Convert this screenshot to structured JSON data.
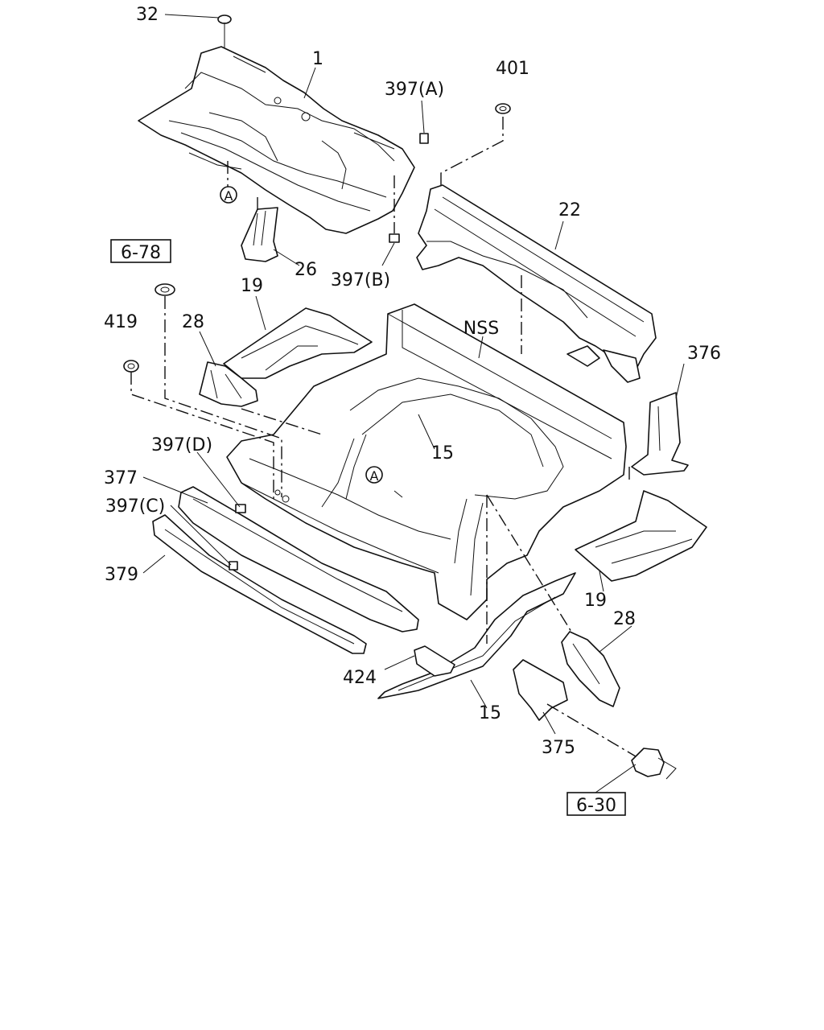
{
  "diagram": {
    "callouts": [
      {
        "id": "c32",
        "label": "32"
      },
      {
        "id": "c1",
        "label": "1"
      },
      {
        "id": "c397a",
        "label": "397(A)"
      },
      {
        "id": "c401",
        "label": "401"
      },
      {
        "id": "c22",
        "label": "22"
      },
      {
        "id": "c26",
        "label": "26"
      },
      {
        "id": "c397b",
        "label": "397(B)"
      },
      {
        "id": "c19a",
        "label": "19"
      },
      {
        "id": "c419",
        "label": "419"
      },
      {
        "id": "c28a",
        "label": "28"
      },
      {
        "id": "cnss",
        "label": "NSS"
      },
      {
        "id": "c376",
        "label": "376"
      },
      {
        "id": "c15a",
        "label": "15"
      },
      {
        "id": "c397d",
        "label": "397(D)"
      },
      {
        "id": "c377",
        "label": "377"
      },
      {
        "id": "c397c",
        "label": "397(C)"
      },
      {
        "id": "c379",
        "label": "379"
      },
      {
        "id": "c19b",
        "label": "19"
      },
      {
        "id": "c28b",
        "label": "28"
      },
      {
        "id": "c424",
        "label": "424"
      },
      {
        "id": "c15b",
        "label": "15"
      },
      {
        "id": "c375",
        "label": "375"
      }
    ],
    "references": [
      {
        "id": "r678",
        "label": "6-78"
      },
      {
        "id": "r630",
        "label": "6-30"
      }
    ],
    "circle_markers": [
      {
        "id": "ma1",
        "label": "A"
      },
      {
        "id": "ma2",
        "label": "A"
      }
    ]
  }
}
